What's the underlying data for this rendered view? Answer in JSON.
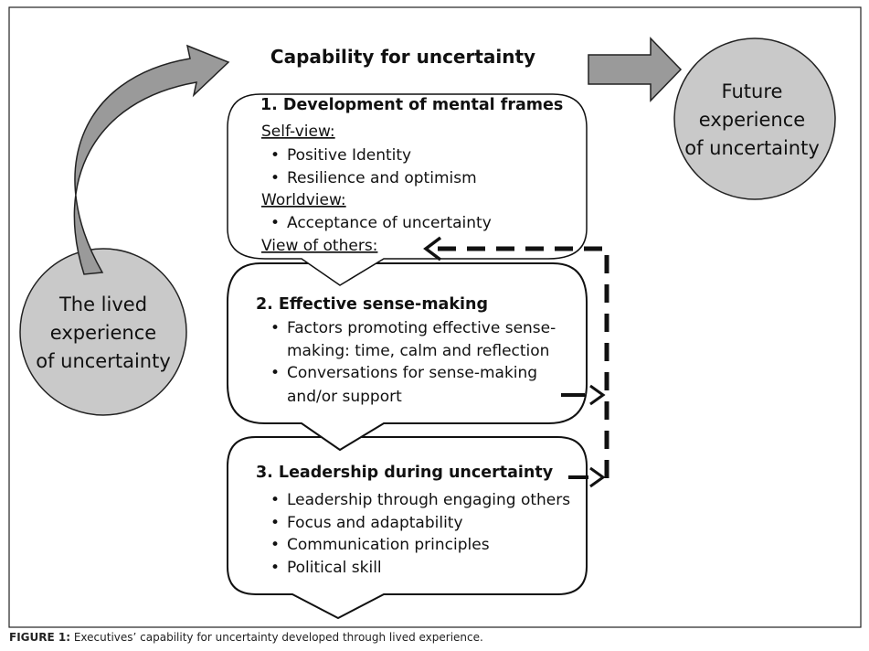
{
  "title": "Capability for uncertainty",
  "left_circle": {
    "lines": [
      "The lived",
      "experience",
      "of uncertainty"
    ]
  },
  "right_circle": {
    "lines": [
      "Future",
      "experience",
      "of uncertainty"
    ]
  },
  "box1": {
    "heading": "1. Development of mental frames",
    "subs": [
      {
        "label": "Self-view:",
        "items": [
          "Positive Identity",
          "Resilience and optimism"
        ]
      },
      {
        "label": "Worldview:",
        "items": [
          "Acceptance of uncertainty"
        ]
      },
      {
        "label": "View of others:",
        "items": []
      }
    ]
  },
  "box2": {
    "heading": "2. Effective sense-making",
    "items": [
      "Factors promoting effective sense-",
      "making: time, calm and reflection",
      "Conversations for sense-making",
      "and/or support"
    ]
  },
  "box3": {
    "heading": "3. Leadership during uncertainty",
    "items": [
      "Leadership through engaging others",
      "Focus and adaptability",
      "Communication principles",
      "Political skill"
    ]
  },
  "caption": {
    "label": "FIGURE 1:",
    "text": " Executives’ capability for uncertainty developed through lived experience."
  },
  "colors": {
    "circle_fill": "#c9c9c9",
    "arrow_fill": "#9a9a9a",
    "stroke": "#1a1a1a"
  }
}
